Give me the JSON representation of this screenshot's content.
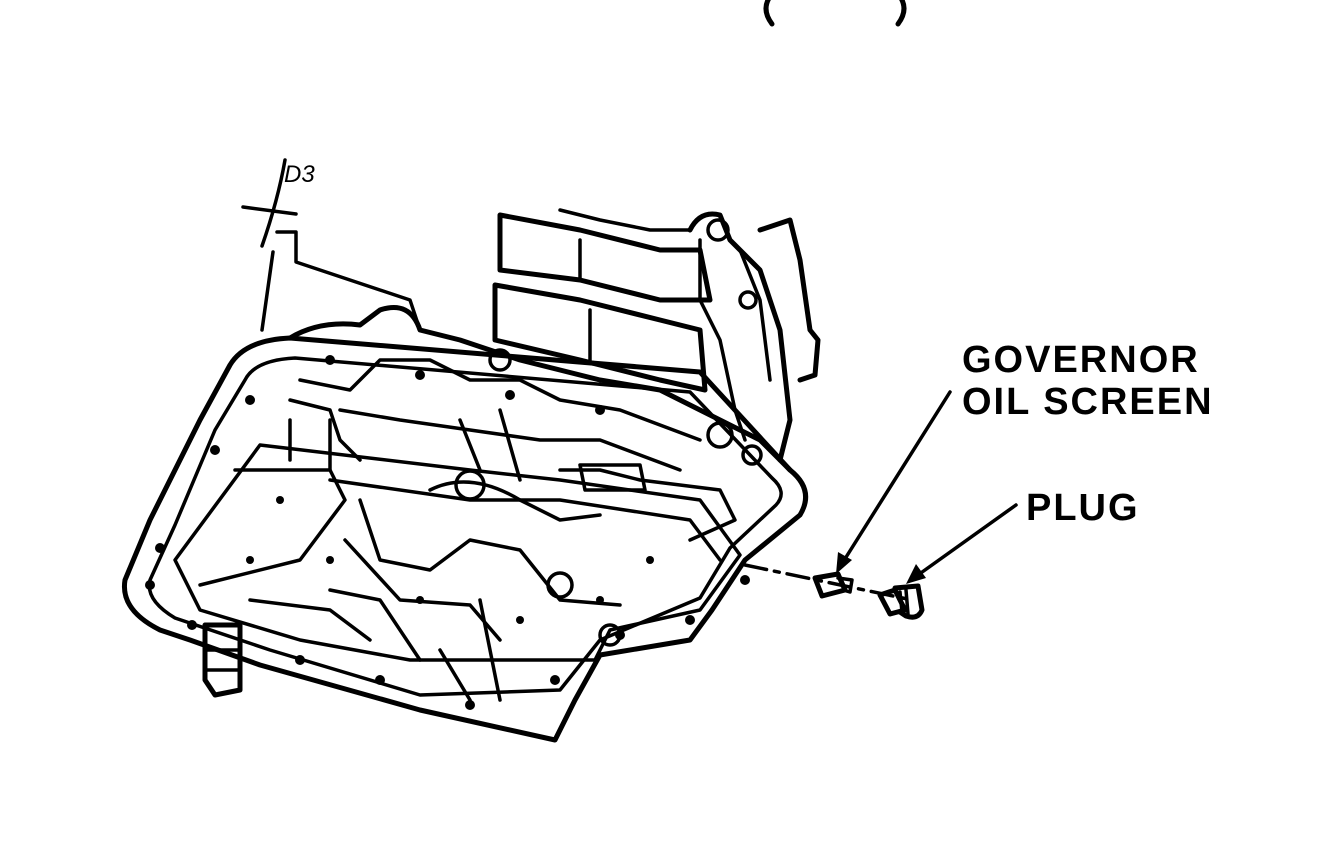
{
  "labels": {
    "governor_line1": "GOVERNOR",
    "governor_line2": "OIL SCREEN",
    "plug": "PLUG",
    "leader_tag": "D3",
    "top_fragment": "( )"
  },
  "colors": {
    "ink": "#000000",
    "background": "#ffffff"
  }
}
